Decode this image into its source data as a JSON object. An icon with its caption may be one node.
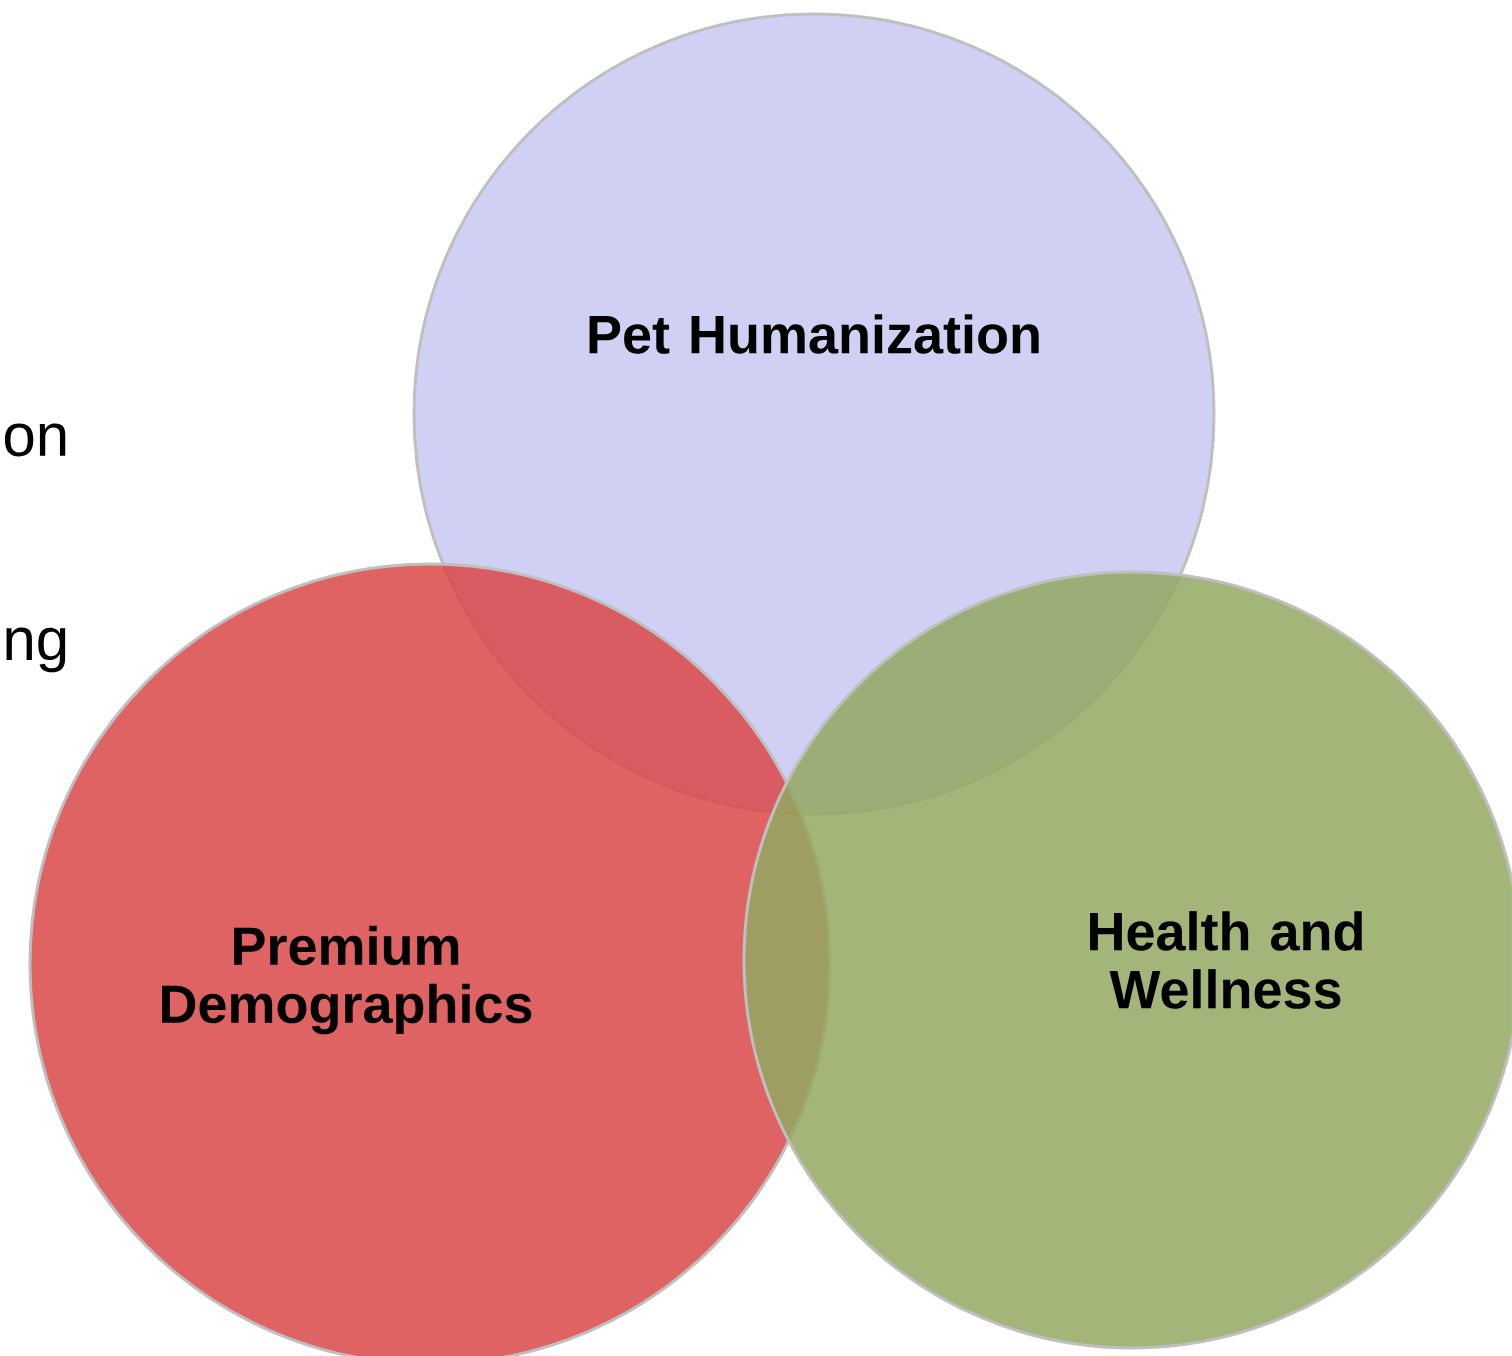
{
  "diagram": {
    "nodes": [
      {
        "text": [
          "Pet Humanization"
        ]
      },
      {
        "text": [
          "Premium Demographics"
        ]
      },
      {
        "text": [
          "Health and Wellness"
        ]
      }
    ],
    "labels": [
      "on",
      "ng"
    ]
  }
}
